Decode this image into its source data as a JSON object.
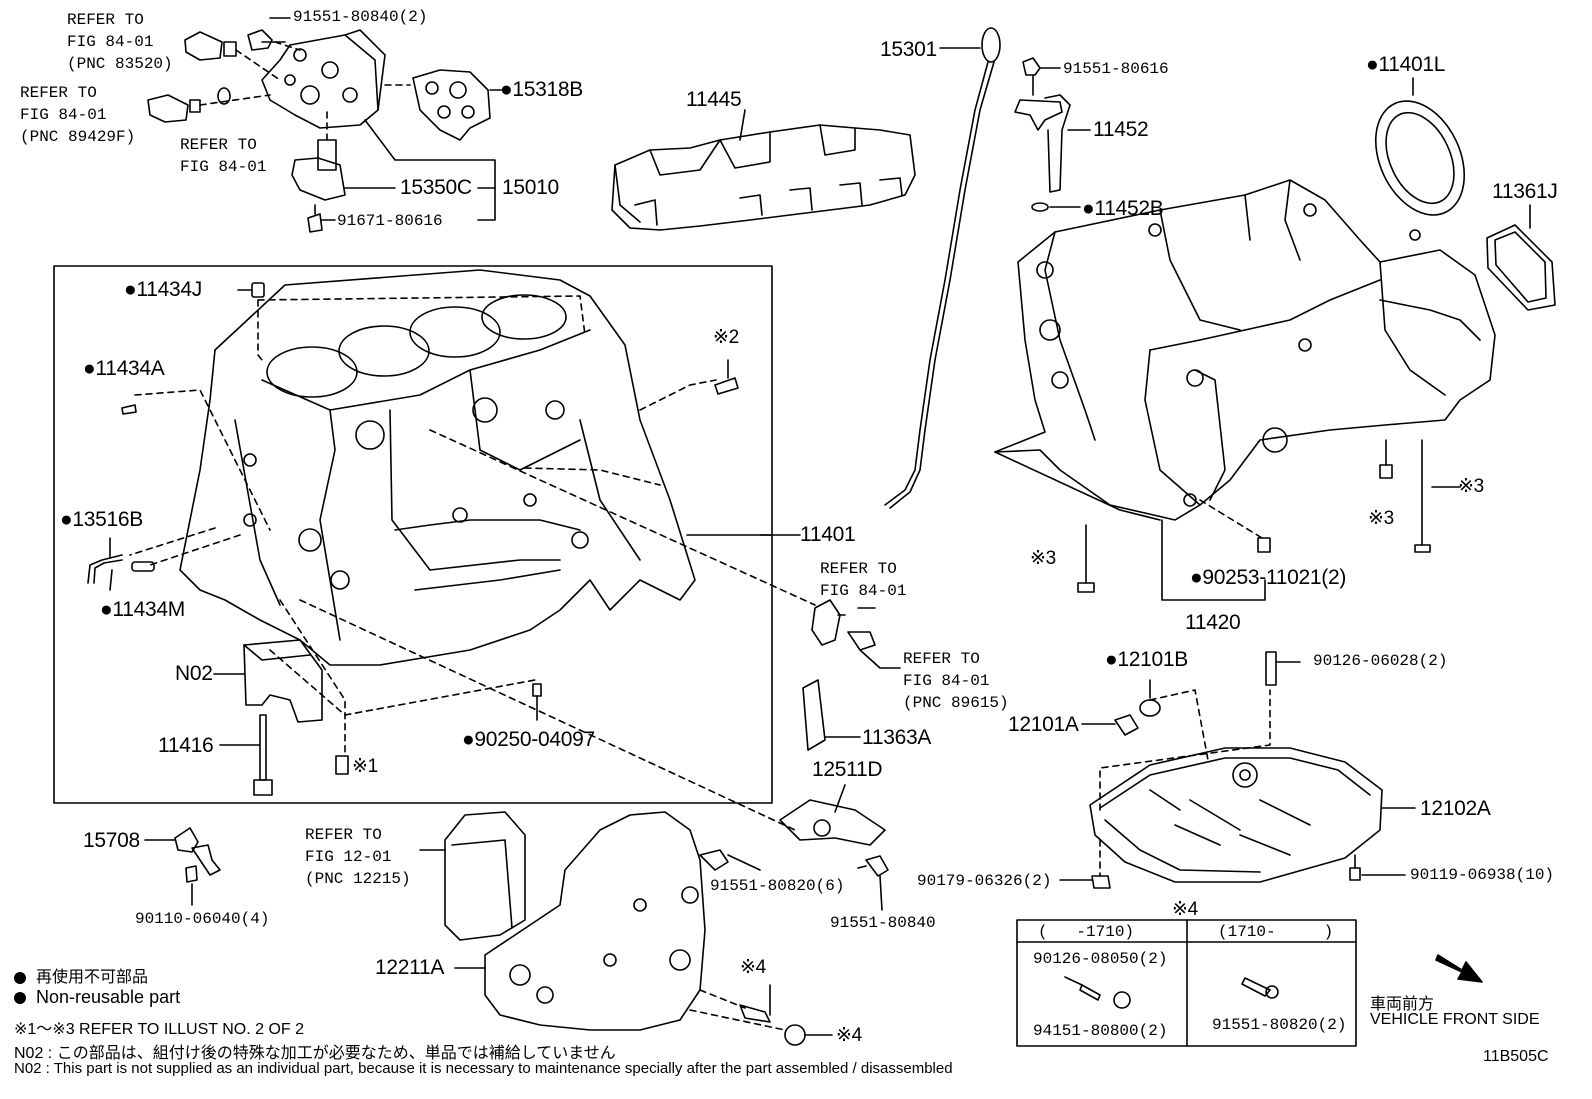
{
  "labels": {
    "p91551_80840_2": "91551-80840(2)",
    "refer_fig_84_01_a": "REFER TO\nFIG 84-01\n(PNC 83520)",
    "refer_fig_84_01_b": "REFER TO\nFIG 84-01\n(PNC 89429F)",
    "refer_fig_84_01_c": "REFER TO\nFIG 84-01",
    "p15318B": "●15318B",
    "p15350C": "15350C",
    "p15010": "15010",
    "p91671_80616": "91671-80616",
    "p11445": "11445",
    "p15301": "15301",
    "p91551_80616": "91551-80616",
    "p11452": "11452",
    "p11452B": "●11452B",
    "p11401L": "●11401L",
    "p11361J": "11361J",
    "p11434J": "●11434J",
    "p11434A": "●11434A",
    "ref_x2": "※2",
    "p13516B": "●13516B",
    "p11434M": "●11434M",
    "p11401": "11401",
    "pN02": "N02",
    "p11416": "11416",
    "p90250_04097": "●90250-04097",
    "ref_x1": "※1",
    "refer_fig_84_01_d": "REFER TO\nFIG 84-01",
    "refer_fig_84_01_e": "REFER TO\nFIG 84-01\n(PNC 89615)",
    "p11363A": "11363A",
    "p12511D": "12511D",
    "p90253_11021_2": "●90253-11021(2)",
    "ref_x3_a": "※3",
    "ref_x3_b": "※3",
    "ref_x3_c": "※3",
    "p11420": "11420",
    "p12101B": "●12101B",
    "p90126_06028_2": "90126-06028(2)",
    "p12101A": "12101A",
    "p12102A": "12102A",
    "p15708": "15708",
    "refer_fig_12_01": "REFER TO\nFIG 12-01\n(PNC 12215)",
    "p90110_06040_4": "90110-06040(4)",
    "p91551_80820_6": "91551-80820(6)",
    "p91551_80840": "91551-80840",
    "p90179_06326_2": "90179-06326(2)",
    "p90119_06938_10": "90119-06938(10)",
    "p12211A": "12211A",
    "ref_x4_a": "※4",
    "ref_x4_b": "※4",
    "ref_x4_c": "※4"
  },
  "table": {
    "col1_header": "(   -1710)",
    "col2_header": "(1710-     )",
    "col1_part_a": "90126-08050(2)",
    "col1_part_b": "94151-80800(2)",
    "col2_part": "91551-80820(2)"
  },
  "legend": {
    "non_reusable_jp": "再使用不可部品",
    "non_reusable_en": "Non-reusable part",
    "refer_illust": "※1～※3 REFER TO ILLUST NO. 2 OF 2",
    "n02_jp": "N02 : この部品は、組付け後の特殊な加工が必要なため、単品では補給していません",
    "n02_en": "N02 : This part is not supplied as an individual part, because it is necessary to maintenance specially after the part assembled / disassembled"
  },
  "direction": {
    "jp": "車両前方",
    "en": "VEHICLE FRONT SIDE"
  },
  "illustration_id": "11B505C"
}
